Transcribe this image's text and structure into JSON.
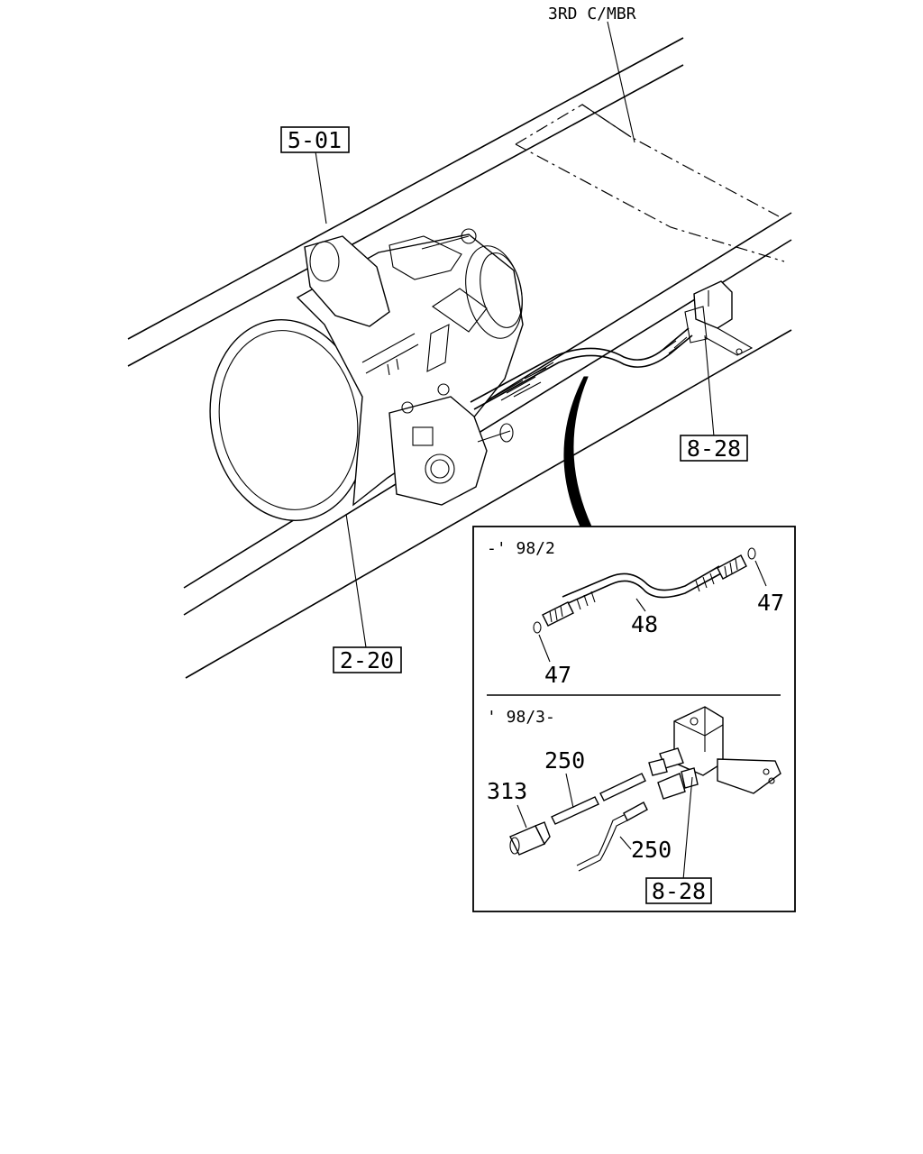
{
  "callouts": {
    "third_crossmember": "3RD C/MBR",
    "ref_5_01": "5-01",
    "ref_2_20": "2-20",
    "ref_8_28_main": "8-28",
    "ref_8_28_inset": "8-28"
  },
  "inset_top": {
    "period": "-' 98/2",
    "part_47_right": "47",
    "part_48": "48",
    "part_47_left": "47"
  },
  "inset_bottom": {
    "period": "' 98/3-",
    "part_250_upper": "250",
    "part_313": "313",
    "part_250_lower": "250"
  }
}
